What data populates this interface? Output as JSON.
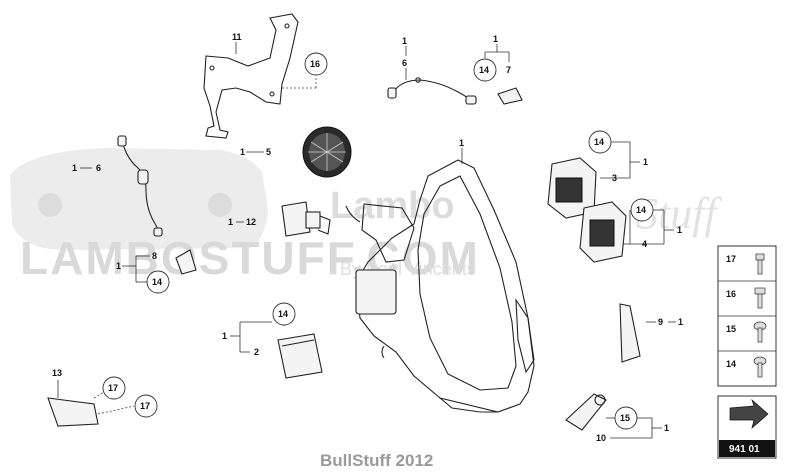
{
  "watermark": {
    "brand": "Lambo",
    "stuff": "Stuff",
    "site": "LAMBOSTUFF.COM",
    "byline": "By Paul Vincents"
  },
  "callouts": {
    "n1_a": "1",
    "n1_b": "1",
    "n1_c": "1",
    "n1_d": "1",
    "n1_e": "1",
    "n1_f": "1",
    "n1_g": "1",
    "n1_h": "1",
    "n1_i": "1",
    "n1_j": "1",
    "n1_k": "1",
    "n1_l": "1",
    "n2": "2",
    "n3": "3",
    "n4": "4",
    "n5": "5",
    "n6_a": "6",
    "n6_b": "6",
    "n7": "7",
    "n8": "8",
    "n9": "9",
    "n10": "10",
    "n11": "11",
    "n12": "12",
    "n13": "13",
    "c14_a": "14",
    "c14_b": "14",
    "c14_c": "14",
    "c14_d": "14",
    "c14_e": "14",
    "c15": "15",
    "c16": "16",
    "c17_a": "17",
    "c17_b": "17"
  },
  "legend": {
    "items": [
      "17",
      "16",
      "15",
      "14"
    ]
  },
  "code": "941 01",
  "footer": "BullStuff 2012"
}
